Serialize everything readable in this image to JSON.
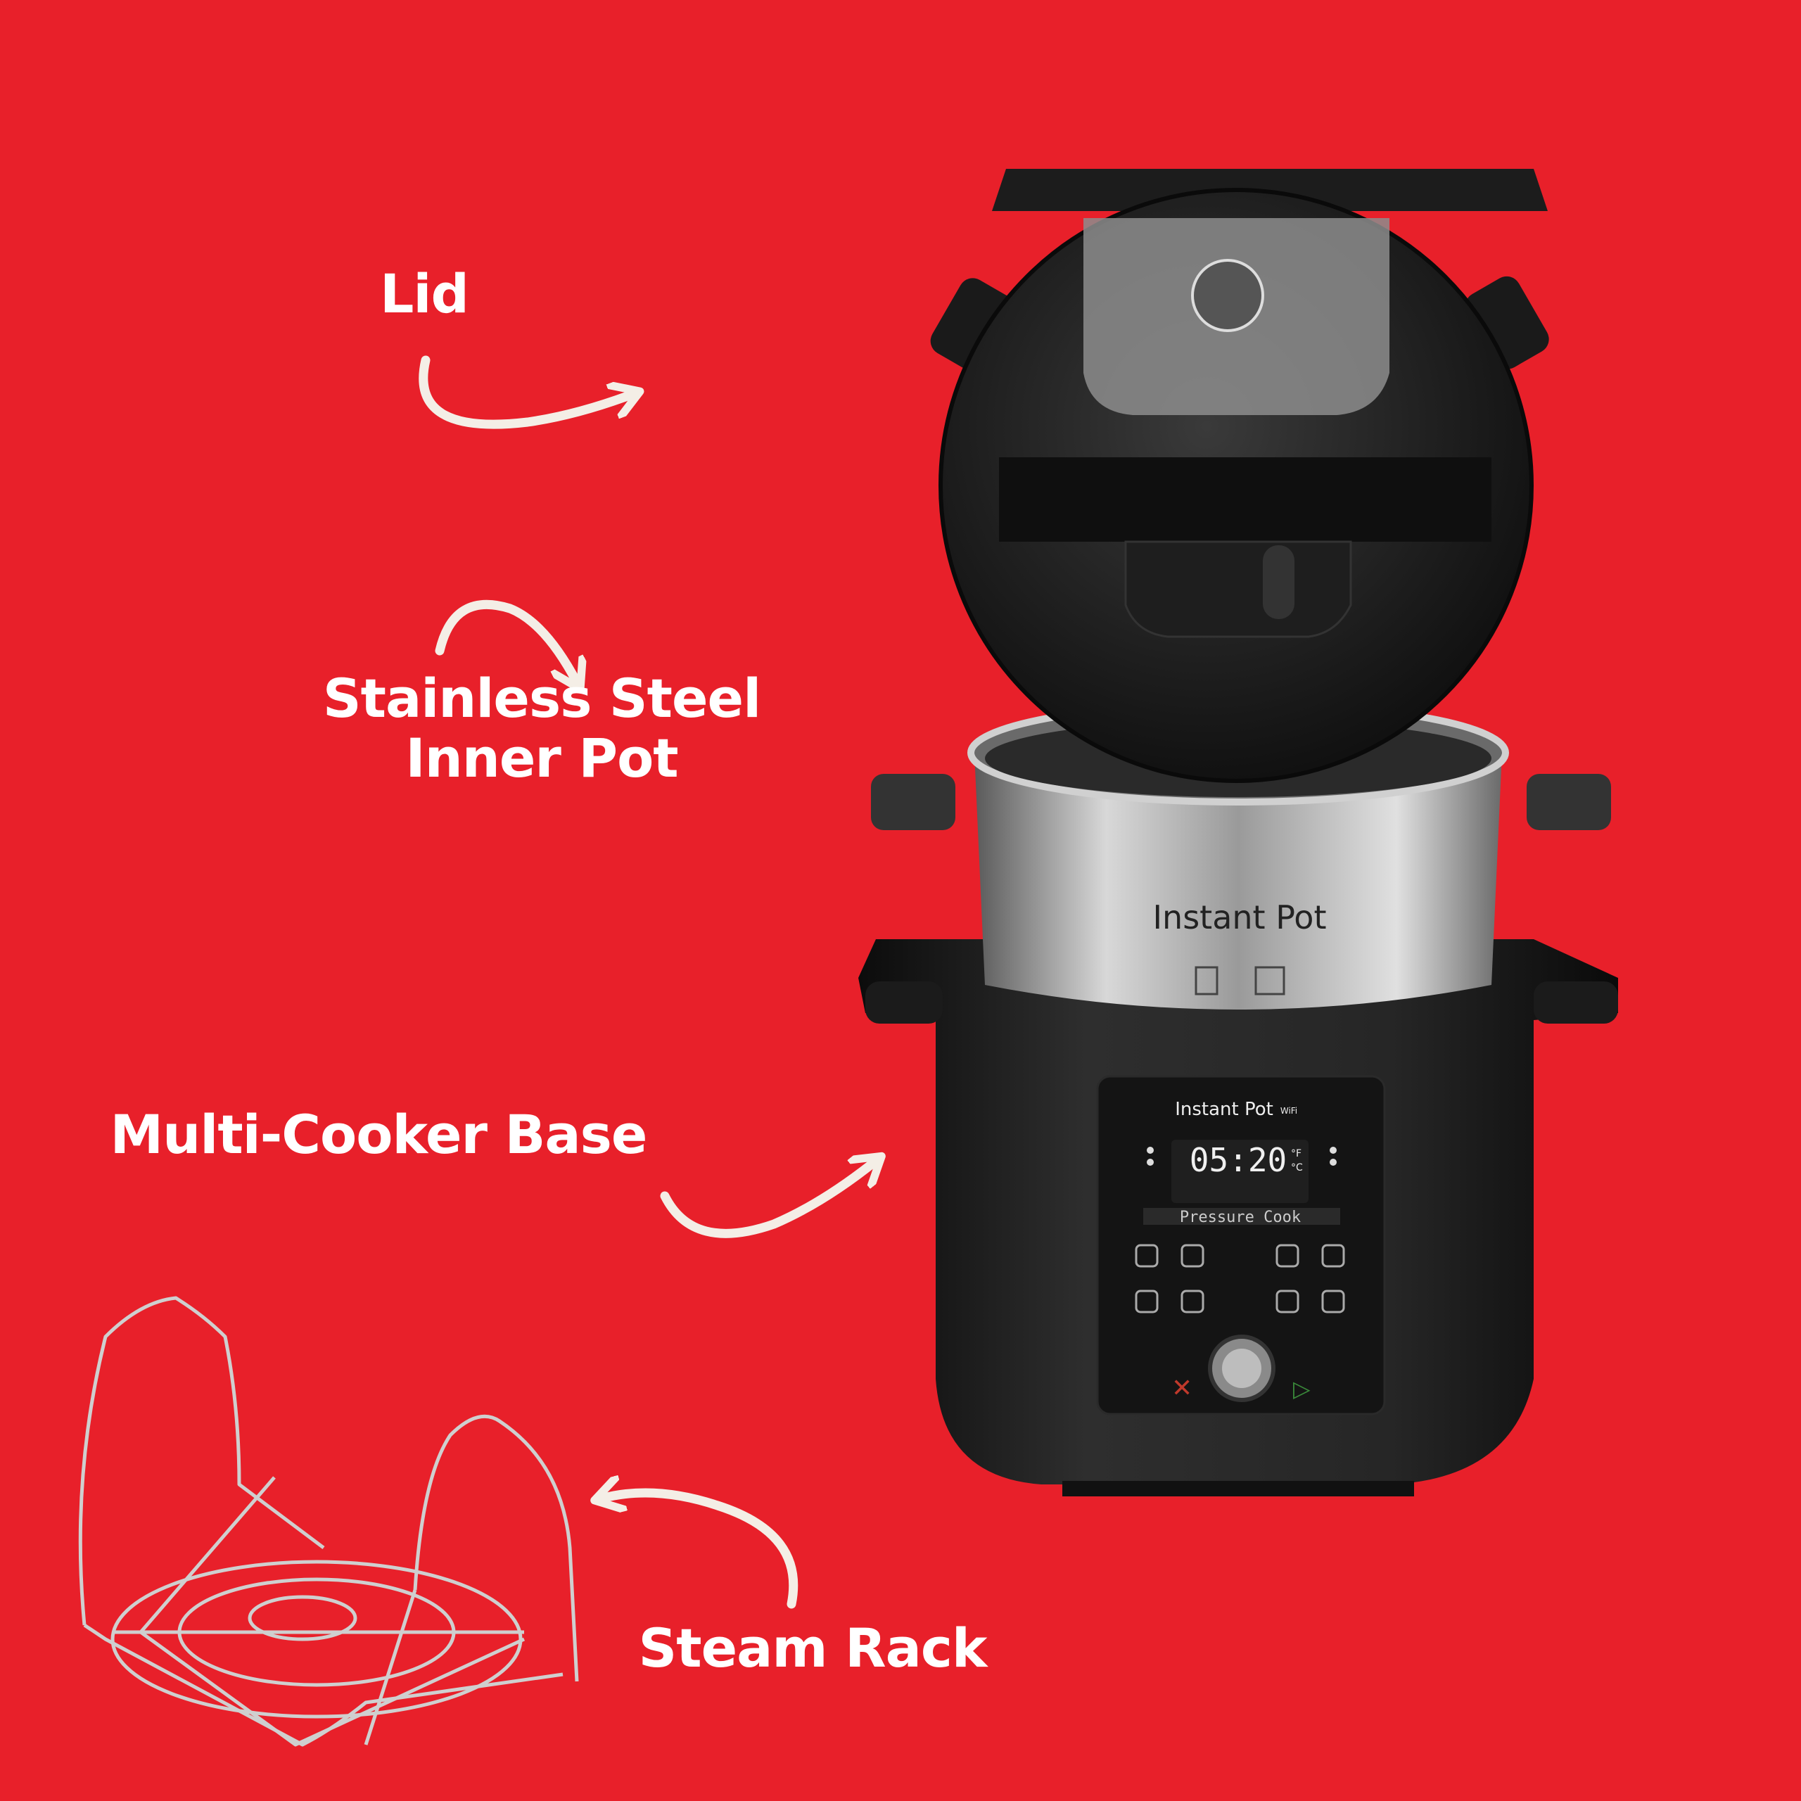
{
  "background_color": "#E8202A",
  "labels": {
    "lid": "Lid",
    "inner_pot_line1": "Stainless Steel",
    "inner_pot_line2": "Inner Pot",
    "base": "Multi-Cooker Base",
    "steam_rack": "Steam Rack"
  },
  "product": {
    "pot_brand": "Instant Pot",
    "panel_brand": "Instant Pot",
    "wifi_badge": "WiFi",
    "display_time": "05:20",
    "unit_f": "°F",
    "unit_c": "°C",
    "program": "Pressure Cook"
  },
  "colors": {
    "label_text": "#FFFFFF",
    "arrow": "#F4EEE6",
    "appliance": "#1A1A1A",
    "steel": "#B8B8B8"
  }
}
